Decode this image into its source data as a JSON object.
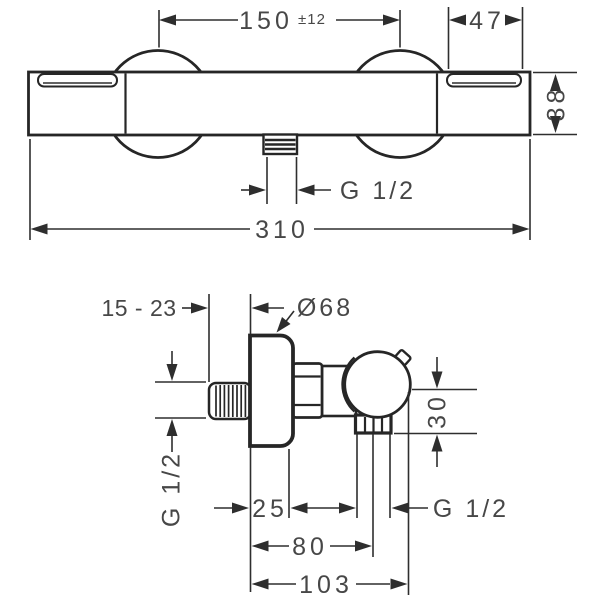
{
  "drawing_type": "technical dimension drawing, wall-mounted thermostatic mixer, front and side views",
  "colors": {
    "line": "#262626",
    "text": "#474747",
    "background": "#ffffff"
  },
  "front_view": {
    "center_distance": "150",
    "center_distance_tolerance": "±12",
    "handle_width": "47",
    "body_height": "38",
    "outlet_thread": "G 1/2",
    "overall_width": "310"
  },
  "side_view": {
    "wall_clearance": "15 - 23",
    "escutcheon_diameter": "Ø68",
    "inlet_thread": "G 1/2",
    "outlet_drop": "30",
    "escutcheon_depth": "25",
    "outlet_thread": "G 1/2",
    "outlet_axis_depth": "80",
    "overall_depth": "103"
  }
}
